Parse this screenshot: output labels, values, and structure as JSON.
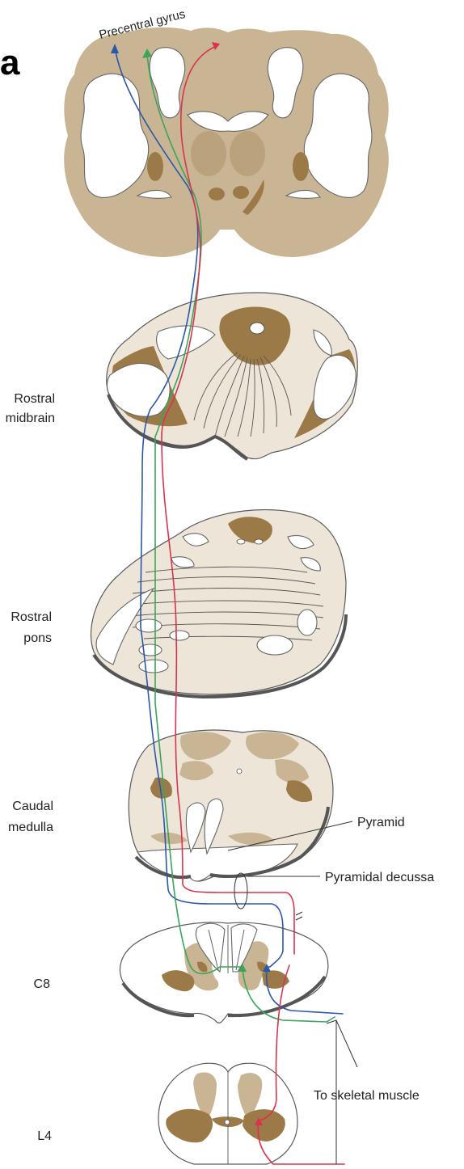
{
  "figure": {
    "panel_letter": "a",
    "labels": {
      "precentral_gyrus": "Precentral gyrus",
      "rostral_midbrain_1": "Rostral",
      "rostral_midbrain_2": "midbrain",
      "rostral_pons_1": "Rostral",
      "rostral_pons_2": "pons",
      "caudal_medulla_1": "Caudal",
      "caudal_medulla_2": "medulla",
      "pyramid": "Pyramid",
      "pyramidal_decussation": "Pyramidal decussa",
      "c8": "C8",
      "to_skeletal_muscle": "To skeletal muscle",
      "l4": "L4"
    },
    "colors": {
      "tract_blue": "#2a58a8",
      "tract_green": "#3aa55a",
      "tract_red": "#d8334f",
      "tissue_dark": "#9c7a48",
      "tissue_tan": "#c9b594",
      "tissue_light": "#ede6d8"
    }
  }
}
